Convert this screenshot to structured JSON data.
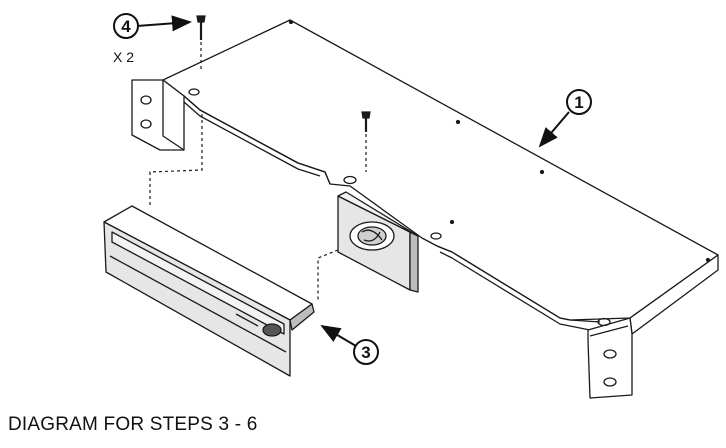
{
  "callouts": {
    "c1": "1",
    "c3": "3",
    "c4": "4",
    "qty": "X 2"
  },
  "caption": "DIAGRAM FOR STEPS 3 - 6",
  "colors": {
    "line": "#1a1a1a",
    "panel_face": "#e6e6e6",
    "panel_light": "#f3f3f3",
    "panel_dark": "#bdbdbd"
  }
}
